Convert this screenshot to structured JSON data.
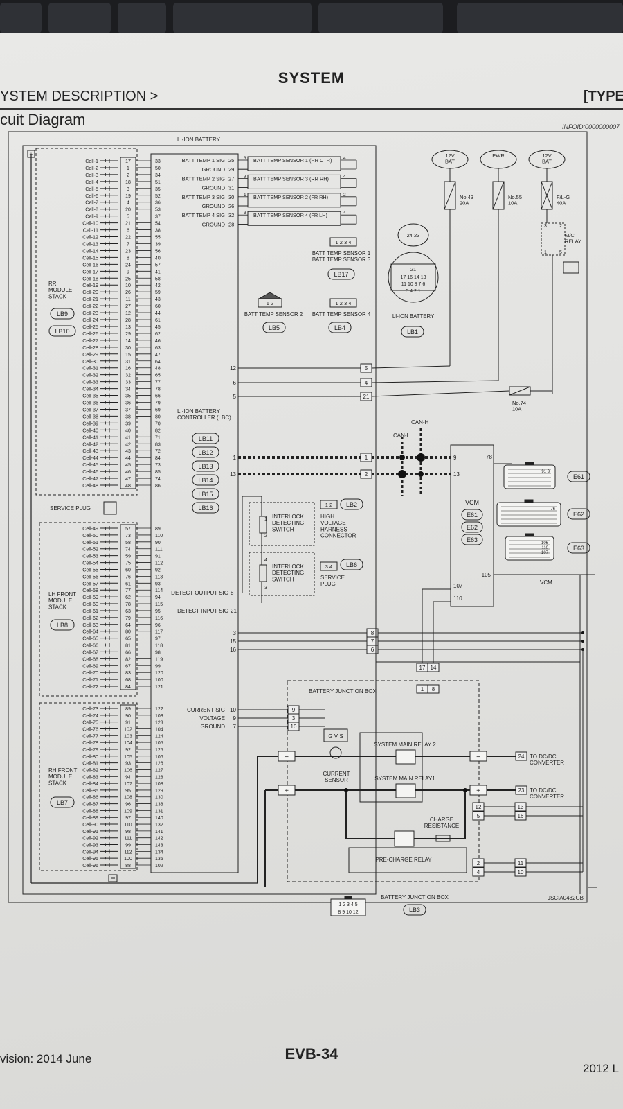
{
  "header": {
    "title": "SYSTEM",
    "section": "YSTEM DESCRIPTION >",
    "type_label": "[TYPE",
    "subtitle": "cuit Diagram",
    "info_id": "INFOID:0000000007"
  },
  "footer": {
    "revision": "vision: 2014 June",
    "page": "EVB-34",
    "model": "2012 L"
  },
  "diagram": {
    "battery_title": "LI-ION BATTERY",
    "ref_code": "JSCIA0432GB",
    "cells_rr": [
      "Cell-1",
      "Cell-2",
      "Cell-3",
      "Cell-4",
      "Cell-5",
      "Cell-6",
      "Cell-7",
      "Cell-8",
      "Cell-9",
      "Cell-10",
      "Cell-11",
      "Cell-12",
      "Cell-13",
      "Cell-14",
      "Cell-15",
      "Cell-16",
      "Cell-17",
      "Cell-18",
      "Cell-19",
      "Cell-20",
      "Cell-21",
      "Cell-22",
      "Cell-23",
      "Cell-24",
      "Cell-25",
      "Cell-26",
      "Cell-27",
      "Cell-28",
      "Cell-29",
      "Cell-30",
      "Cell-31",
      "Cell-32",
      "Cell-33",
      "Cell-34",
      "Cell-35",
      "Cell-36",
      "Cell-37",
      "Cell-38",
      "Cell-39",
      "Cell-40",
      "Cell-41",
      "Cell-42",
      "Cell-43",
      "Cell-44",
      "Cell-45",
      "Cell-46",
      "Cell-47",
      "Cell-48"
    ],
    "cells_lh": [
      "Cell-49",
      "Cell-50",
      "Cell-51",
      "Cell-52",
      "Cell-53",
      "Cell-54",
      "Cell-55",
      "Cell-56",
      "Cell-57",
      "Cell-58",
      "Cell-59",
      "Cell-60",
      "Cell-61",
      "Cell-62",
      "Cell-63",
      "Cell-64",
      "Cell-65",
      "Cell-66",
      "Cell-67",
      "Cell-68",
      "Cell-69",
      "Cell-70",
      "Cell-71",
      "Cell-72"
    ],
    "cells_rh": [
      "Cell-73",
      "Cell-74",
      "Cell-75",
      "Cell-76",
      "Cell-77",
      "Cell-78",
      "Cell-79",
      "Cell-80",
      "Cell-81",
      "Cell-82",
      "Cell-83",
      "Cell-84",
      "Cell-85",
      "Cell-86",
      "Cell-87",
      "Cell-88",
      "Cell-89",
      "Cell-90",
      "Cell-91",
      "Cell-92",
      "Cell-93",
      "Cell-94",
      "Cell-95",
      "Cell-96"
    ],
    "pins_rr_a": [
      "17",
      "1",
      "2",
      "18",
      "3",
      "19",
      "4",
      "20",
      "5",
      "21",
      "6",
      "22",
      "7",
      "23",
      "8",
      "24",
      "9",
      "25",
      "10",
      "26",
      "11",
      "27",
      "12",
      "28",
      "13",
      "29",
      "14",
      "30",
      "15",
      "31",
      "16",
      "32",
      "33",
      "34",
      "35",
      "36",
      "37",
      "38",
      "39",
      "40",
      "41",
      "42",
      "43",
      "44",
      "45",
      "46",
      "47",
      "48"
    ],
    "pins_rr_b": [
      "33",
      "50",
      "34",
      "51",
      "35",
      "52",
      "36",
      "53",
      "37",
      "54",
      "38",
      "55",
      "39",
      "56",
      "40",
      "57",
      "41",
      "58",
      "42",
      "59",
      "43",
      "60",
      "44",
      "61",
      "45",
      "62",
      "46",
      "63",
      "47",
      "64",
      "48",
      "65",
      "77",
      "78",
      "66",
      "79",
      "69",
      "80",
      "70",
      "82",
      "71",
      "83",
      "72",
      "84",
      "73",
      "85",
      "74",
      "86"
    ],
    "pins_lh_a": [
      "57",
      "73",
      "58",
      "74",
      "59",
      "75",
      "60",
      "76",
      "61",
      "77",
      "62",
      "78",
      "63",
      "79",
      "64",
      "80",
      "65",
      "81",
      "66",
      "82",
      "67",
      "83",
      "68",
      "84"
    ],
    "pins_lh_b": [
      "89",
      "110",
      "90",
      "111",
      "91",
      "112",
      "92",
      "113",
      "93",
      "114",
      "94",
      "115",
      "95",
      "116",
      "96",
      "117",
      "97",
      "118",
      "98",
      "119",
      "99",
      "120",
      "100",
      "121"
    ],
    "pins_rh_a": [
      "89",
      "90",
      "91",
      "102",
      "103",
      "104",
      "92",
      "105",
      "93",
      "106",
      "94",
      "107",
      "95",
      "108",
      "96",
      "109",
      "97",
      "110",
      "98",
      "111",
      "99",
      "112",
      "100",
      "88"
    ],
    "pins_rh_b": [
      "122",
      "103",
      "123",
      "104",
      "124",
      "105",
      "125",
      "106",
      "126",
      "127",
      "128",
      "108",
      "129",
      "130",
      "138",
      "131",
      "140",
      "132",
      "141",
      "142",
      "143",
      "134",
      "135",
      "102"
    ],
    "stacks": {
      "rr": {
        "name": "RR\nMODULE\nSTACK",
        "connectors": [
          "LB9",
          "LB10"
        ]
      },
      "lh": {
        "name": "LH FRONT\nMODULE\nSTACK",
        "connectors": [
          "LB8"
        ]
      },
      "rh": {
        "name": "RH FRONT\nMODULE\nSTACK",
        "connectors": [
          "LB7"
        ]
      }
    },
    "service_plug_label": "SERVICE PLUG",
    "lbc_label": "LI-ION BATTERY\nCONTROLLER (LBC)",
    "lbc_connectors": [
      "LB11",
      "LB12",
      "LB13",
      "LB14",
      "LB15",
      "LB16"
    ],
    "temp_signals": [
      {
        "label": "BATT TEMP 1 SIG",
        "pin": "25",
        "sensor": "BATT TEMP SENSOR 1 (RR CTR)",
        "p1": "3",
        "p2": "4"
      },
      {
        "label": "GROUND",
        "pin": "29"
      },
      {
        "label": "BATT TEMP 2 SIG",
        "pin": "27",
        "sensor": "BATT TEMP SENSOR 3 (RR RH)",
        "p1": "3",
        "p2": "4"
      },
      {
        "label": "GROUND",
        "pin": "31"
      },
      {
        "label": "BATT TEMP 3 SIG",
        "pin": "30",
        "sensor": "BATT TEMP SENSOR 2 (FR RH)",
        "p1": "1",
        "p2": "2"
      },
      {
        "label": "GROUND",
        "pin": "26"
      },
      {
        "label": "BATT TEMP 4 SIG",
        "pin": "32",
        "sensor": "BATT TEMP SENSOR 4 (FR LH)",
        "p1": "3",
        "p2": "4"
      },
      {
        "label": "GROUND",
        "pin": "28"
      }
    ],
    "sensor_connectors": {
      "lb17": {
        "label": "BATT TEMP SENSOR 1\nBATT TEMP SENSOR 3",
        "code": "LB17",
        "pins": "1 2 3 4"
      },
      "lb5": {
        "label": "BATT TEMP SENSOR 2",
        "code": "LB5",
        "pins": "1 2"
      },
      "lb4": {
        "label": "BATT TEMP SENSOR 4",
        "code": "LB4",
        "pins": "1 2 3 4"
      },
      "lb1": {
        "label": "LI-ION BATTERY",
        "code": "LB1",
        "pins_a": "24 23",
        "pins_b": "21",
        "pins_c": "17 16 14 13",
        "pins_d": "11 10 8 7 6",
        "pins_e": "5 4 2 1"
      }
    },
    "power_sources": [
      {
        "label": "12V\nBAT",
        "fuse": "No.43\n20A"
      },
      {
        "label": "PWR",
        "fuse": "No.55\n10A"
      },
      {
        "label": "12V\nBAT",
        "fuse": "F/L-G\n40A"
      }
    ],
    "mc_relay": "M/C\nRELAY",
    "relay_pins": [
      "3",
      "2",
      "1",
      "5"
    ],
    "fuse_74": "No.74\n10A",
    "lbc_pins": [
      "12",
      "6",
      "5",
      "1",
      "13"
    ],
    "lb1_pins": [
      "5",
      "4",
      "21",
      "1",
      "2"
    ],
    "can_h": "CAN-H",
    "can_l": "CAN-L",
    "vcm": {
      "label": "VCM",
      "connectors": [
        "E61",
        "E62",
        "E63"
      ],
      "pins_top": [
        "9",
        "13",
        "78"
      ],
      "pins_bottom": [
        "105",
        "107",
        "110"
      ],
      "wire_label": "VCM"
    },
    "vcm_conn_pins": {
      "e61": "91 3",
      "e62": "76",
      "e63": "106\n110\n107"
    },
    "interlock": {
      "label1": "INTERLOCK\nDETECTING\nSWITCH",
      "pins1": [
        "1",
        "2"
      ],
      "label2": "INTERLOCK\nDETECTING\nSWITCH",
      "pins2": [
        "4",
        "3"
      ],
      "lb2": {
        "code": "LB2",
        "label": "HIGH\nVOLTAGE\nHARNESS\nCONNECTOR",
        "pins": "1 2"
      },
      "lb6": {
        "code": "LB6",
        "label": "SERVICE\nPLUG",
        "pins": "3 4"
      }
    },
    "detect_output": "DETECT OUTPUT SIG",
    "detect_output_pin": "8",
    "detect_input": "DETECT INPUT SIG",
    "detect_input_pin": "21",
    "lbc_pins_lower": [
      "3",
      "15",
      "16"
    ],
    "lb1_pins_lower": [
      "8",
      "7",
      "6"
    ],
    "jb_pins_top": [
      "17",
      "14",
      "1",
      "8"
    ],
    "junction_box": {
      "label": "BATTERY JUNCTION BOX",
      "current_labels": [
        "CURRENT SIG",
        "VOLTAGE",
        "GROUND"
      ],
      "current_lbc_pins": [
        "10",
        "9",
        "7"
      ],
      "current_jb_pins": [
        "9",
        "3",
        "10"
      ],
      "gvs": "G V S",
      "current_sensor": "CURRENT\nSENSOR",
      "relay2": "SYSTEM MAIN RELAY 2",
      "relay1": "SYSTEM MAIN RELAY1",
      "charge_res": "CHARGE\nRESISTANCE",
      "pre_charge": "PRE-CHARGE RELAY",
      "minus": "−",
      "plus": "+",
      "out_pins": [
        "24",
        "23"
      ],
      "dcdc1": "TO DC/DC\nCONVERTER",
      "dcdc2": "TO DC/DC\nCONVERTER",
      "inner_pins": [
        "12",
        "5",
        "2",
        "4"
      ],
      "outer_pins": [
        "13",
        "16",
        "11",
        "10"
      ],
      "lb3": {
        "label": "BATTERY JUNCTION BOX",
        "code": "LB3",
        "pins_top": "1 2 3 4 5",
        "pins_bottom": "8 9 10 12"
      }
    }
  }
}
